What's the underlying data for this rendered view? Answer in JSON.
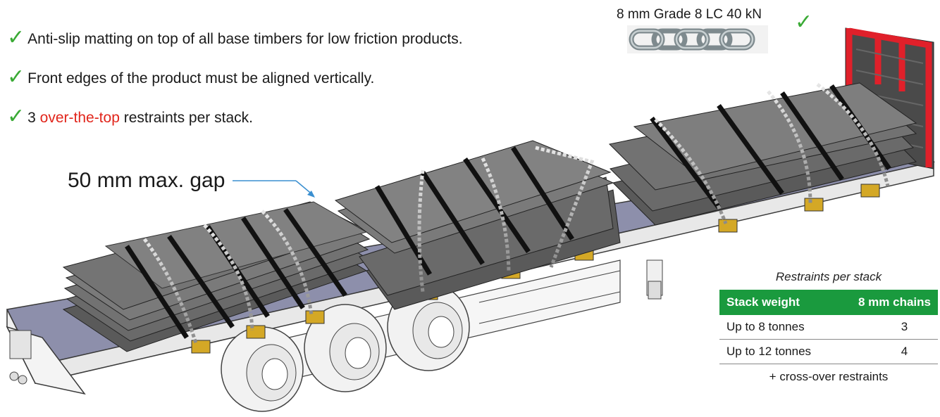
{
  "notes": [
    {
      "prefix": "Anti-slip matting on top of all base timbers for low friction products.",
      "highlight": "",
      "suffix": ""
    },
    {
      "prefix": "Front edges of the product must be aligned vertically.",
      "highlight": "",
      "suffix": ""
    },
    {
      "prefix": "3 ",
      "highlight": "over-the-top",
      "suffix": " restraints per stack."
    }
  ],
  "check_glyph": "✓",
  "gap_label": "50 mm max. gap",
  "chain": {
    "title": "8 mm Grade 8 LC 40 kN"
  },
  "table": {
    "caption": "Restraints per stack",
    "headers": [
      "Stack weight",
      "8 mm chains"
    ],
    "rows": [
      {
        "weight": "Up to 8 tonnes",
        "chains": "3"
      },
      {
        "weight": "Up to 12 tonnes",
        "chains": "4"
      }
    ],
    "note": "+ cross-over restraints"
  },
  "colors": {
    "check": "#3aaa35",
    "highlight": "#e1251b",
    "header": "#1a9a3e",
    "frame": "#e0202a",
    "deck": "#8a8ca8",
    "plate": "#6f6f6f",
    "timber": "#d4a826"
  }
}
